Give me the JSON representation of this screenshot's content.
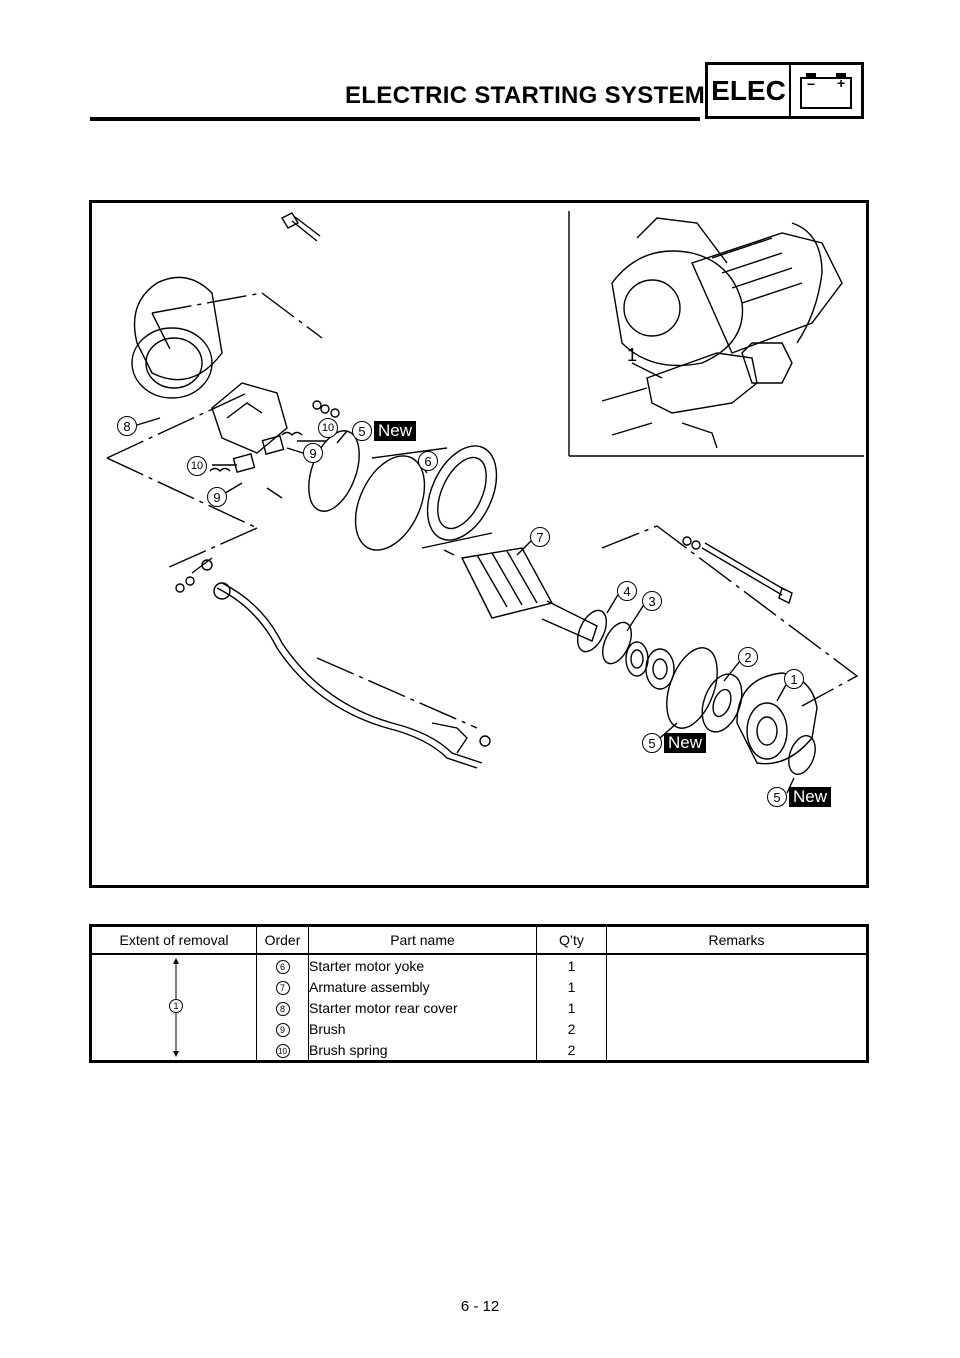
{
  "header": {
    "title": "ELECTRIC STARTING SYSTEM",
    "badge": "ELEC",
    "battery_minus": "−",
    "battery_plus": "+"
  },
  "figure": {
    "new_label": "New",
    "callouts": {
      "c1": "1",
      "c2": "2",
      "c3": "3",
      "c4": "4",
      "c5": "5",
      "c6": "6",
      "c7": "7",
      "c8": "8",
      "c9": "9",
      "c10": "10"
    },
    "inset_callout": "1"
  },
  "table": {
    "headers": [
      "Extent of removal",
      "Order",
      "Part name",
      "Q’ty",
      "Remarks"
    ],
    "extent_marker": "1",
    "rows": [
      {
        "order": "6",
        "name": "Starter motor yoke",
        "qty": "1",
        "remarks": ""
      },
      {
        "order": "7",
        "name": "Armature assembly",
        "qty": "1",
        "remarks": ""
      },
      {
        "order": "8",
        "name": "Starter motor rear cover",
        "qty": "1",
        "remarks": ""
      },
      {
        "order": "9",
        "name": "Brush",
        "qty": "2",
        "remarks": ""
      },
      {
        "order": "10",
        "name": "Brush spring",
        "qty": "2",
        "remarks": ""
      }
    ]
  },
  "footer": {
    "page_number": "6 - 12"
  }
}
